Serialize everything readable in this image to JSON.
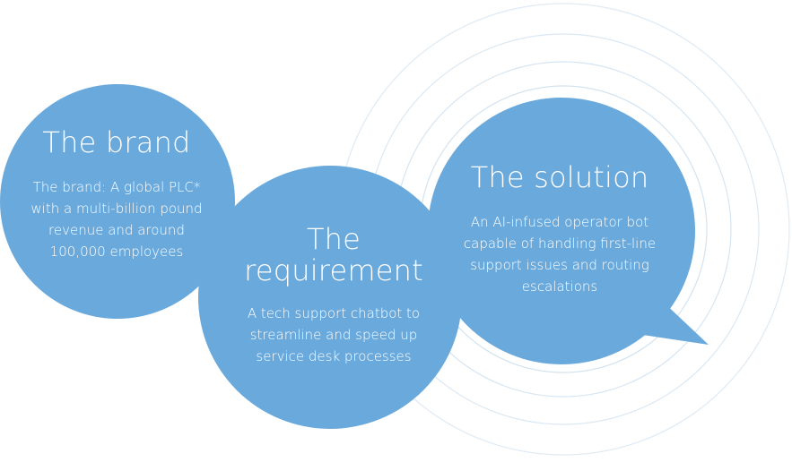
{
  "colors": {
    "bubble": "#6aa9dc",
    "ring": "#dde9f3",
    "text": "#ffffff"
  },
  "bubbles": {
    "brand": {
      "title": "The brand",
      "body": "The brand: A global PLC*\nwith a multi-billion pound\nrevenue and around\n100,000 employees"
    },
    "requirement": {
      "title": "The\nrequirement",
      "body": "A tech support chatbot to\nstreamline and speed up\nservice desk processes"
    },
    "solution": {
      "title": "The solution",
      "body": "An AI-infused operator bot\ncapable of handling first-line\nsupport issues and routing\nescalations"
    }
  }
}
